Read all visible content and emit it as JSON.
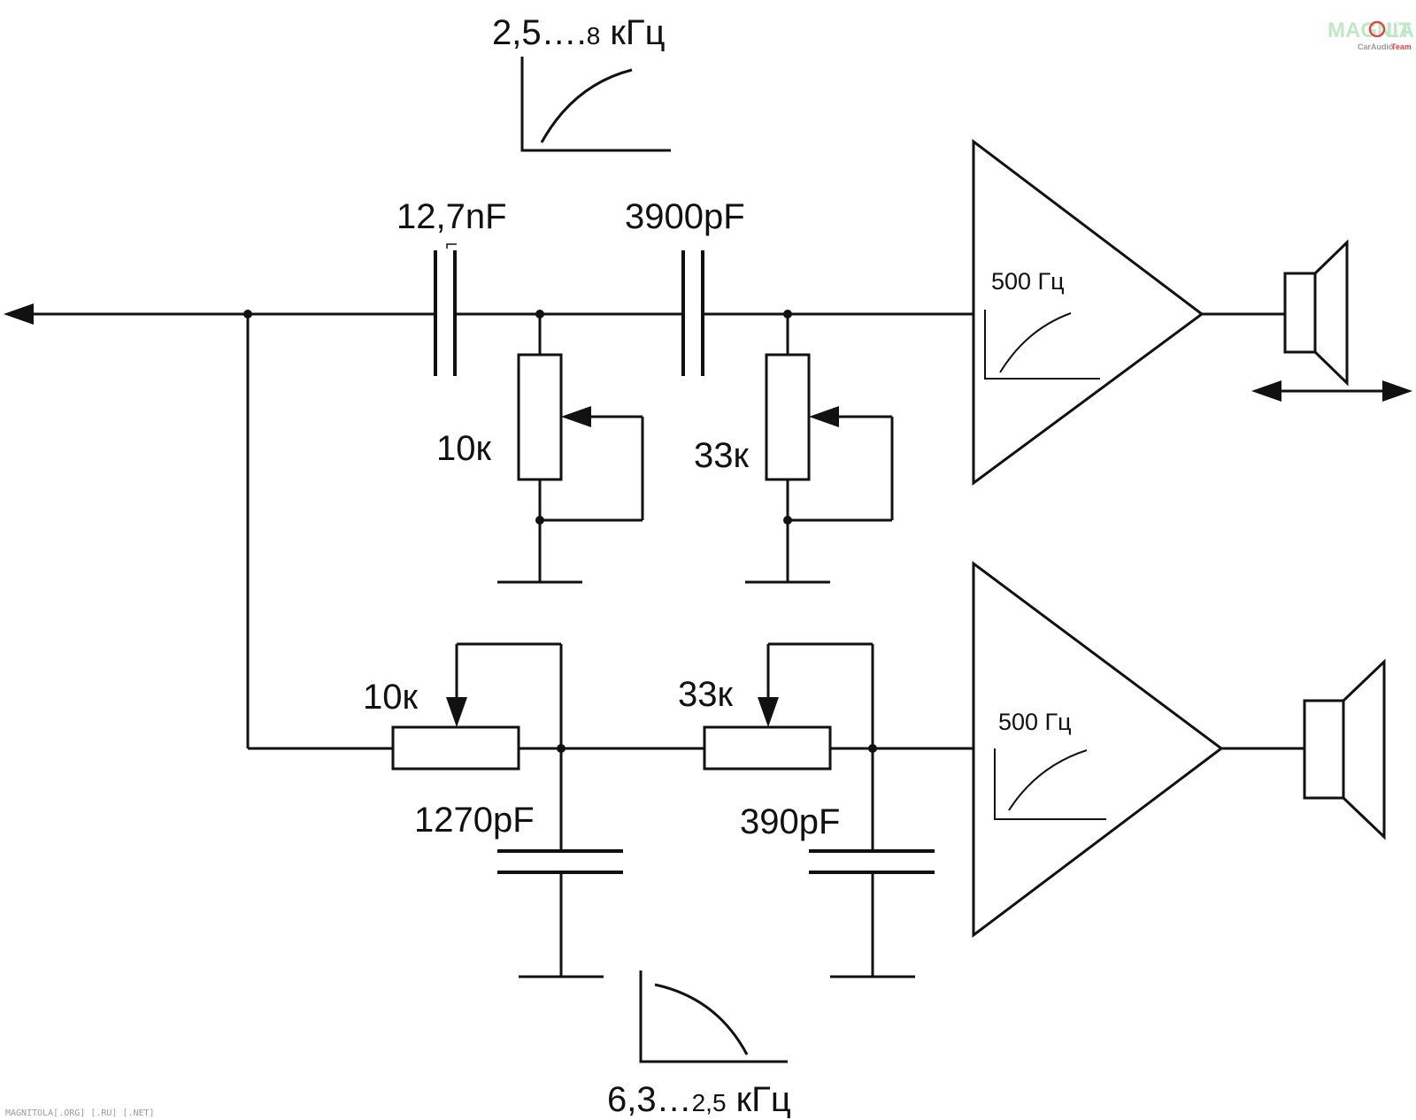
{
  "labels": {
    "highpass_range_main": "2,5….",
    "highpass_range_sub": "8",
    "highpass_range_unit": " кГц",
    "cap_top_1": "12,7nF",
    "cap_top_2": "3900pF",
    "res_top_1": "10к",
    "res_top_2": "33к",
    "amp_top_freq": "500 Гц",
    "res_bottom_1": "10к",
    "res_bottom_2": "33к",
    "cap_bottom_1": "1270pF",
    "cap_bottom_2": "390pF",
    "amp_bottom_freq": "500 Гц",
    "lowpass_range_main": "6,3…",
    "lowpass_range_sub": "2,5",
    "lowpass_range_unit": " кГц"
  },
  "watermark": {
    "logo_left": "MAGNIT",
    "logo_right": "LA",
    "logo_sub_left": "CarAudio",
    "logo_sub_right": "Team",
    "footer": "MAGNITOLA[.ORG] [.RU] [.NET]"
  },
  "colors": {
    "line": "#111111",
    "logo_green": "#bfe8c4",
    "logo_red": "#e04848",
    "footer_gray": "#9a9a9a"
  }
}
